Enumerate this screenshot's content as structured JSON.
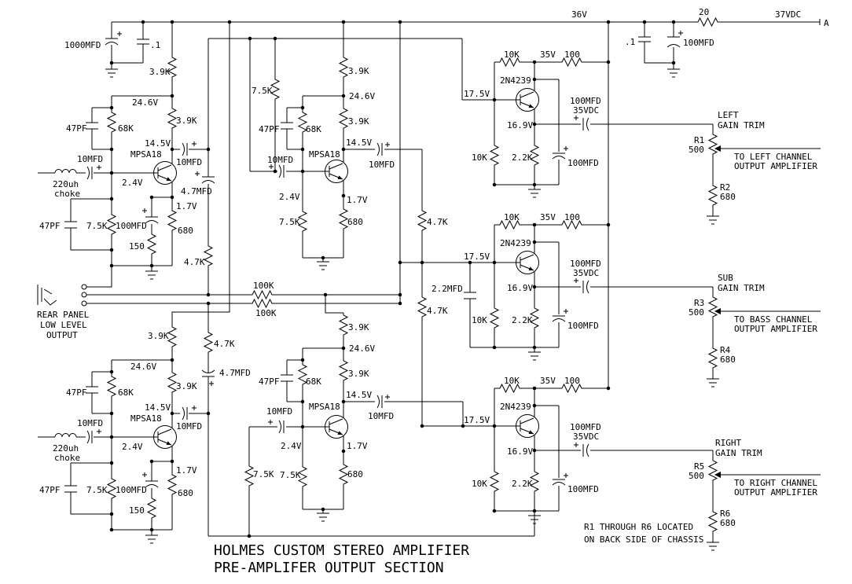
{
  "title": {
    "line1": "HOLMES CUSTOM STEREO AMPLIFIER",
    "line2": "PRE-AMPLIFER OUTPUT SECTION"
  },
  "note": {
    "line1": "R1 THROUGH R6 LOCATED",
    "line2": "ON BACK SIDE OF CHASSIS"
  },
  "power": {
    "rail": "36V",
    "series_resistor": "20",
    "output": "37VDC",
    "terminal": "A",
    "bulk_cap": "1000MFD",
    "bulk_bypass": ".1",
    "decouple_bypass": ".1",
    "decouple_cap": "100MFD"
  },
  "jack": {
    "line1": "REAR PANEL",
    "line2": "LOW LEVEL",
    "line3": "OUTPUT"
  },
  "mixer": {
    "left_r": "100K",
    "right_r": "100K",
    "chain_r1": "4.7K",
    "chain_r2": "4.7K",
    "sub_cap": "2.2MFD"
  },
  "input_stages": [
    {
      "transistor": "MPSA18",
      "r_feed": "3.9K",
      "v_collector_top": "24.6V",
      "fb_cap": "47PF",
      "fb_r": "68K",
      "r_collector": "3.9K",
      "v_collector": "14.5V",
      "cap_out": "10MFD",
      "cap_in": "10MFD",
      "choke_value": "220uh",
      "choke_word": "choke",
      "v_base": "2.4V",
      "v_emitter": "1.7V",
      "r_emitter": "680",
      "bias_cap": "47PF",
      "bias_r": "7.5K",
      "byp_cap": "100MFD",
      "byp_r": "150",
      "out_cap": "4.7MFD",
      "out_r": "4.7K"
    },
    {
      "transistor": "MPSA18",
      "r_feed": "3.9K",
      "v_collector_top": "24.6V",
      "fb_cap": "47PF",
      "fb_r": "68K",
      "r_collector": "3.9K",
      "v_collector": "14.5V",
      "cap_out": "10MFD",
      "cap_in": "10MFD",
      "choke_value": "220uh",
      "choke_word": "choke",
      "v_base": "2.4V",
      "v_emitter": "1.7V",
      "r_emitter": "680",
      "bias_cap": "47PF",
      "bias_r": "7.5K",
      "byp_cap": "100MFD",
      "byp_r": "150",
      "out_cap": "4.7MFD",
      "out_r": "4.7K"
    },
    {
      "transistor": "MPSA18",
      "in_r": "7.5K",
      "r_feed": "3.9K",
      "v_collector_top": "24.6V",
      "fb_cap": "47PF",
      "fb_r": "68K",
      "r_collector": "3.9K",
      "v_collector": "14.5V",
      "cap_in": "10MFD",
      "cap_out": "10MFD",
      "v_base": "2.4V",
      "v_emitter": "1.7V",
      "r_emitter": "680",
      "bias_r": "7.5K"
    },
    {
      "transistor": "MPSA18",
      "in_r": "7.5K",
      "r_feed": "3.9K",
      "v_collector_top": "24.6V",
      "fb_cap": "47PF",
      "fb_r": "68K",
      "r_collector": "3.9K",
      "v_collector": "14.5V",
      "cap_in": "10MFD",
      "cap_out": "10MFD",
      "v_base": "2.4V",
      "v_emitter": "1.7V",
      "r_emitter": "680",
      "bias_r": "7.5K"
    }
  ],
  "followers": [
    {
      "transistor": "2N4239",
      "r_base_top": "10K",
      "v_rail": "35V",
      "r_decouple": "100",
      "v_base": "17.5V",
      "v_emitter": "16.9V",
      "out_cap_value": "100MFD",
      "out_cap_rating": "35VDC",
      "r_base_bot": "10K",
      "r_emitter": "2.2K",
      "byp_cap": "100MFD",
      "trim_title": "LEFT",
      "trim_subtitle": "GAIN TRIM",
      "pot_ref": "R1",
      "pot_value": "500",
      "r_ref": "R2",
      "r_value": "680",
      "dest_line1": "TO LEFT CHANNEL",
      "dest_line2": "OUTPUT AMPLIFIER"
    },
    {
      "transistor": "2N4239",
      "r_base_top": "10K",
      "v_rail": "35V",
      "r_decouple": "100",
      "v_base": "17.5V",
      "v_emitter": "16.9V",
      "out_cap_value": "100MFD",
      "out_cap_rating": "35VDC",
      "r_base_bot": "10K",
      "r_emitter": "2.2K",
      "byp_cap": "100MFD",
      "trim_title": "SUB",
      "trim_subtitle": "GAIN TRIM",
      "pot_ref": "R3",
      "pot_value": "500",
      "r_ref": "R4",
      "r_value": "680",
      "dest_line1": "TO BASS CHANNEL",
      "dest_line2": "OUTPUT AMPLIFIER"
    },
    {
      "transistor": "2N4239",
      "r_base_top": "10K",
      "v_rail": "35V",
      "r_decouple": "100",
      "v_base": "17.5V",
      "v_emitter": "16.9V",
      "out_cap_value": "100MFD",
      "out_cap_rating": "35VDC",
      "r_base_bot": "10K",
      "r_emitter": "2.2K",
      "byp_cap": "100MFD",
      "trim_title": "RIGHT",
      "trim_subtitle": "GAIN TRIM",
      "pot_ref": "R5",
      "pot_value": "500",
      "r_ref": "R6",
      "r_value": "680",
      "dest_line1": "TO RIGHT CHANNEL",
      "dest_line2": "OUTPUT AMPLIFIER"
    }
  ]
}
